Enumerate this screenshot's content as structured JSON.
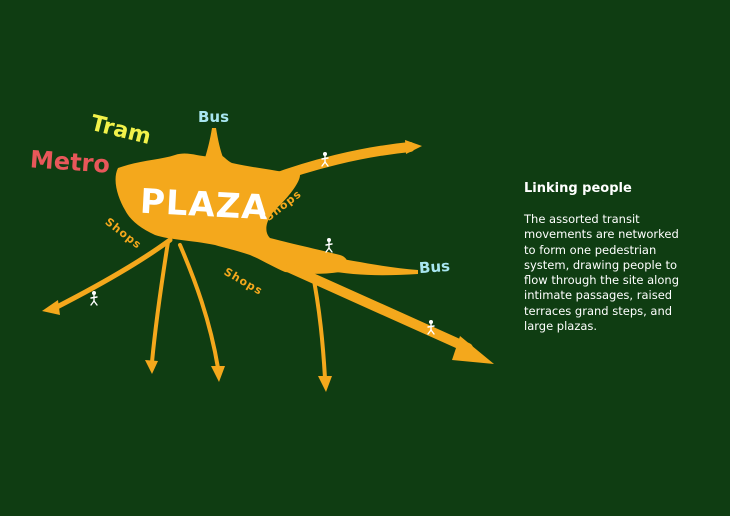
{
  "diagram": {
    "center_label": "PLAZA",
    "transit_labels": {
      "metro": "Metro",
      "tram": "Tram",
      "bus_top": "Bus",
      "bus_right": "Bus"
    },
    "shops_labels": [
      "Shops",
      "Shops",
      "Shops"
    ],
    "icons": [
      "pedestrian-icon",
      "pedestrian-icon",
      "pedestrian-icon",
      "pedestrian-icon"
    ],
    "colors": {
      "background": "#0f3d12",
      "network": "#f4a81c",
      "plaza_text": "#ffffff",
      "metro": "#e8575a",
      "tram": "#f2f24a",
      "bus": "#a8e6f0"
    }
  },
  "text": {
    "heading": "Linking people",
    "body_lines": [
      "The assorted transit",
      "movements are networked",
      "to form one pedestrian",
      "system, drawing people to",
      "flow through the site along",
      "intimate passages, raised",
      "terraces grand steps, and",
      "large plazas."
    ]
  }
}
